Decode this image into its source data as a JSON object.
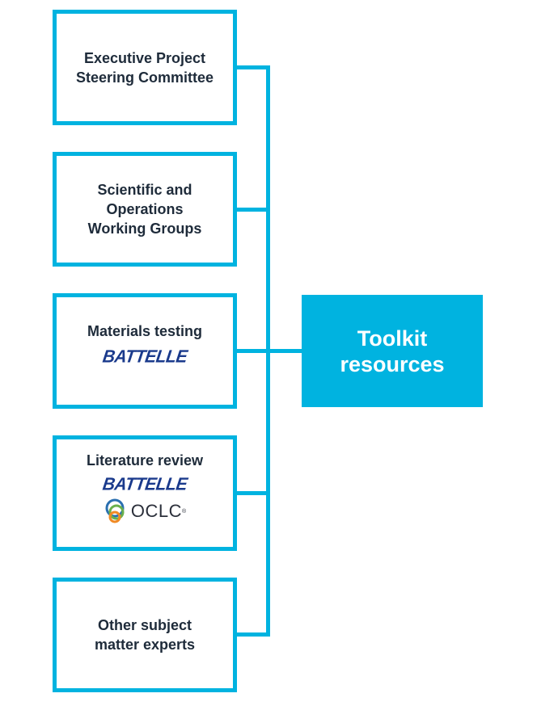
{
  "diagram": {
    "sources": [
      {
        "label": "Executive Project\nSteering Committee",
        "logos": []
      },
      {
        "label": "Scientific and\nOperations\nWorking Groups",
        "logos": []
      },
      {
        "label": "Materials testing",
        "logos": [
          "BATTELLE"
        ]
      },
      {
        "label": "Literature review",
        "logos": [
          "BATTELLE",
          "OCLC"
        ]
      },
      {
        "label": "Other subject\nmatter experts",
        "logos": []
      }
    ],
    "target": {
      "label": "Toolkit\nresources"
    },
    "colors": {
      "accent": "#00b3e0",
      "text": "#1e2b3a",
      "battelle": "#1a3a8c"
    },
    "oclc_reg": "®"
  }
}
